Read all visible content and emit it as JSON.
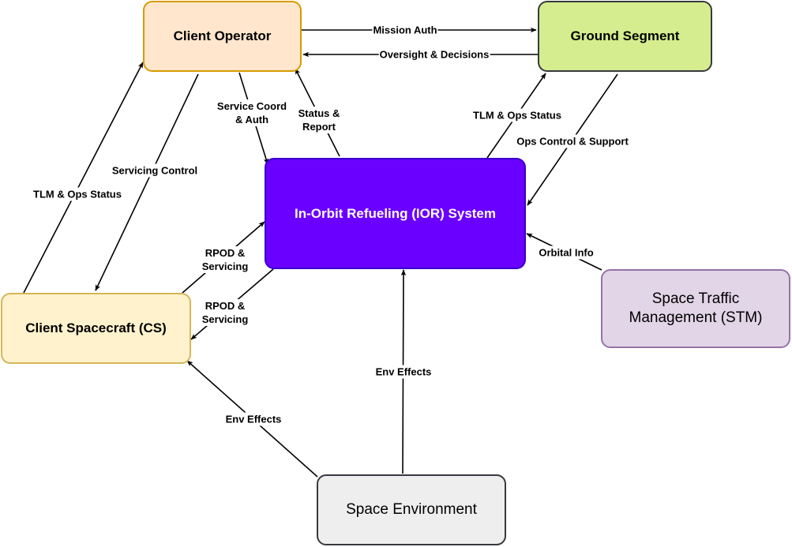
{
  "nodes": {
    "client_operator": {
      "label": "Client Operator",
      "fill": "#ffe6cc",
      "stroke": "#d79b00"
    },
    "ground_segment": {
      "label": "Ground Segment",
      "fill": "#d5ed8e",
      "stroke": "#36393d"
    },
    "ior_system": {
      "label": "In-Orbit Refueling (IOR) System",
      "fill": "#6a00ff",
      "stroke": "#3700cc",
      "text_color": "#ffffff"
    },
    "client_spacecraft": {
      "label": "Client Spacecraft (CS)",
      "fill": "#fff2cc",
      "stroke": "#d6b656"
    },
    "stm": {
      "label": "Space Traffic Management (STM)",
      "fill": "#e1d5e7",
      "stroke": "#9673a6"
    },
    "space_environment": {
      "label": "Space Environment",
      "fill": "#eeeeee",
      "stroke": "#36393d"
    }
  },
  "edges": {
    "mission_auth": {
      "label": "Mission Auth",
      "from": "Client Operator",
      "to": "Ground Segment"
    },
    "oversight_decisions": {
      "label": "Oversight & Decisions",
      "from": "Ground Segment",
      "to": "Client Operator"
    },
    "service_coord": {
      "label": "Service Coord\n& Auth",
      "from": "Client Operator",
      "to": "In-Orbit Refueling (IOR) System"
    },
    "status_report": {
      "label": "Status &\nReport",
      "from": "In-Orbit Refueling (IOR) System",
      "to": "Client Operator"
    },
    "servicing_control": {
      "label": "Servicing Control",
      "from": "Client Operator",
      "to": "Client Spacecraft (CS)"
    },
    "tlm_ops_cs": {
      "label": "TLM & Ops Status",
      "from": "Client Spacecraft (CS)",
      "to": "Client Operator"
    },
    "tlm_ops_ior": {
      "label": "TLM & Ops Status",
      "from": "In-Orbit Refueling (IOR) System",
      "to": "Ground Segment"
    },
    "ops_control": {
      "label": "Ops Control & Support",
      "from": "Ground Segment",
      "to": "In-Orbit Refueling (IOR) System"
    },
    "rpod_to_ior": {
      "label": "RPOD &\nServicing",
      "from": "Client Spacecraft (CS)",
      "to": "In-Orbit Refueling (IOR) System"
    },
    "rpod_to_cs": {
      "label": "RPOD &\nServicing",
      "from": "In-Orbit Refueling (IOR) System",
      "to": "Client Spacecraft (CS)"
    },
    "orbital_info": {
      "label": "Orbital Info",
      "from": "Space Traffic Management (STM)",
      "to": "In-Orbit Refueling (IOR) System"
    },
    "env_effects_ior": {
      "label": "Env Effects",
      "from": "Space Environment",
      "to": "In-Orbit Refueling (IOR) System"
    },
    "env_effects_cs": {
      "label": "Env Effects",
      "from": "Space Environment",
      "to": "Client Spacecraft (CS)"
    }
  }
}
